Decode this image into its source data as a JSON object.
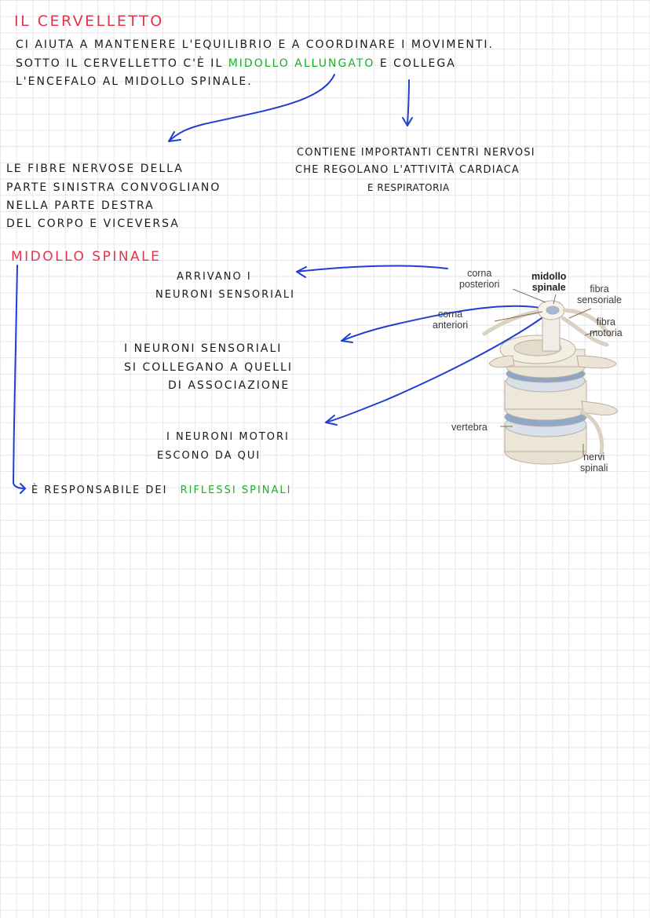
{
  "heading": "IL CERVELLETTO",
  "cerebellum": {
    "line1": "CI AIUTA A MANTENERE L'EQUILIBRIO E A COORDINARE I MOVIMENTI.",
    "line2_start": "SOTTO IL CERVELLETTO C'È IL",
    "line2_green": "MIDOLLO ALLUNGATO",
    "line2_end": "E COLLEGA",
    "line3": "L'ENCEFALO AL MIDOLLO SPINALE."
  },
  "left_note": {
    "line1": "LE FIBRE NERVOSE DELLA",
    "line2": "PARTE SINISTRA CONVOGLIANO",
    "line3": "NELLA PARTE DESTRA",
    "line4": "DEL CORPO E VICEVERSA"
  },
  "right_note": {
    "line1": "CONTIENE IMPORTANTI CENTRI NERVOSI",
    "line2": "CHE REGOLANO L'ATTIVITÀ CARDIACA",
    "line3": "E RESPIRATORIA"
  },
  "spinal_heading": "MIDOLLO SPINALE",
  "spinal_notes": {
    "a1": "ARRIVANO I",
    "a2": "NEURONI SENSORIALI",
    "b1": "I NEURONI SENSORIALI",
    "b2": "SI COLLEGANO A QUELLI",
    "b3": "DI ASSOCIAZIONE",
    "c1": "I NEURONI MOTORI",
    "c2": "ESCONO DA QUI"
  },
  "reflex": {
    "start": "È RESPONSABILE DEI",
    "green": "RIFLESSI SPINALI"
  },
  "diagram": {
    "corna_posteriori": [
      "corna",
      "posteriori"
    ],
    "midollo_spinale": [
      "midollo",
      "spinale"
    ],
    "fibra_sensoriale": [
      "fibra",
      "sensoriale"
    ],
    "corna_anteriori": [
      "corna",
      "anteriori"
    ],
    "fibra_motoria": [
      "fibra",
      "motoria"
    ],
    "vertebra": "vertebra",
    "nervi_spinali": [
      "nervi",
      "spinali"
    ]
  },
  "colors": {
    "red": "#e2344a",
    "green": "#1db026",
    "blue_arrows": "#1f3fd1",
    "grid": "#e6e6ea"
  }
}
